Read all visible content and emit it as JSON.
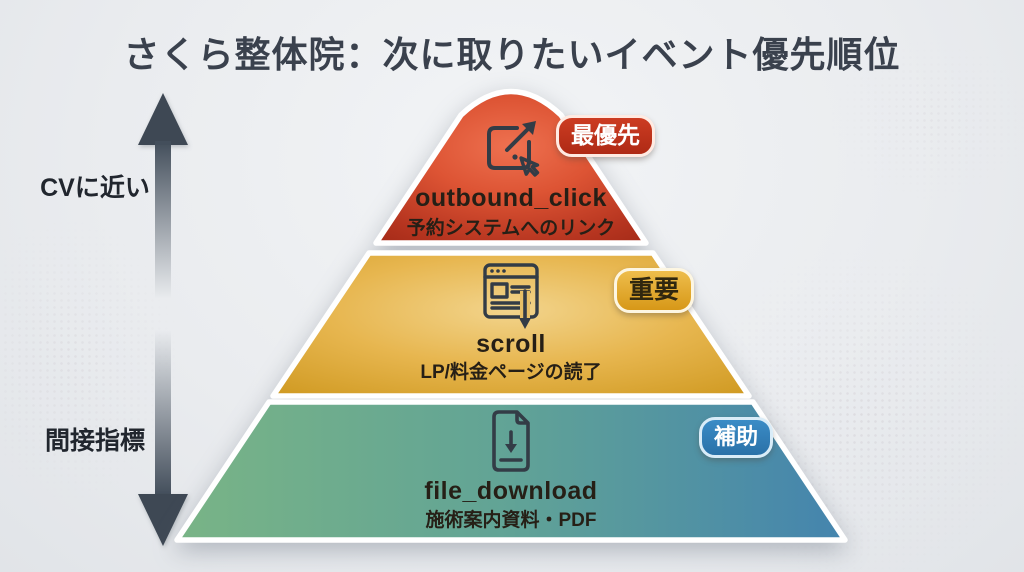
{
  "title": "さくら整体院：次に取りたいイベント優先順位",
  "axis": {
    "top_label": "CVに近い",
    "bottom_label": "間接指標",
    "arrow_color": "#3e4854"
  },
  "tiers": [
    {
      "rank": 1,
      "badge": "最優先",
      "event": "outbound_click",
      "description": "予約システムへのリンク",
      "icon": "outbound-click-icon",
      "badge_color": "#bb3019",
      "badge_text_color": "#ffffff",
      "fill_center": "#dd5434",
      "fill_edge": "#a52b18"
    },
    {
      "rank": 2,
      "badge": "重要",
      "event": "scroll",
      "description": "LP/料金ページの読了",
      "icon": "scroll-page-icon",
      "badge_color": "#e2a72f",
      "badge_text_color": "#30270f",
      "fill_center": "#e7b64f",
      "fill_edge": "#c89117"
    },
    {
      "rank": 3,
      "badge": "補助",
      "event": "file_download",
      "description": "施術案内資料・PDF",
      "icon": "file-download-icon",
      "badge_color": "#2f7eb7",
      "badge_text_color": "#ffffff",
      "fill_left": "#79b486",
      "fill_right": "#4484ae"
    }
  ]
}
